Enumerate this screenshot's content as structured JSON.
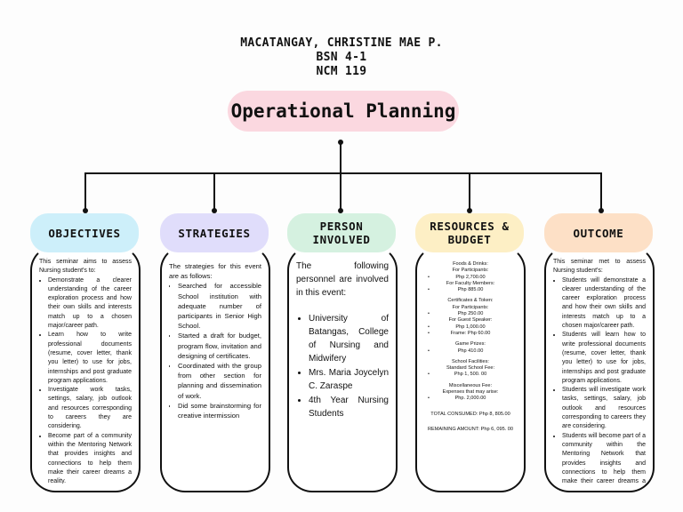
{
  "header": {
    "name": "MACATANGAY, CHRISTINE MAE P.",
    "section": "BSN 4-1",
    "course": "NCM 119"
  },
  "title": "Operational Planning",
  "colors": {
    "title_bg": "#fbd8e0",
    "objectives_bg": "#cdeffa",
    "strategies_bg": "#e0ddfb",
    "person_bg": "#d5f1e0",
    "resources_bg": "#fdefc5",
    "outcome_bg": "#fde0c6"
  },
  "columns": {
    "objectives": {
      "heading": "OBJECTIVES",
      "intro": "This seminar aims to assess Nursing student's to:",
      "items": [
        "Demonstrate a clearer understanding of the career exploration process and how their own skills and interests match up to a chosen major/career path.",
        "Learn how to write professional documents (resume, cover letter, thank you letter) to use for jobs, internships and post graduate program applications.",
        "Investigate work tasks, settings, salary, job outlook and resources corresponding to careers they are considering.",
        "Become part of a community within the Mentoring Network that provides insights and connections to help them make their career dreams a reality."
      ]
    },
    "strategies": {
      "heading": "STRATEGIES",
      "intro": "The strategies for this event are as follows:",
      "items": [
        "Searched for accessible School institution with adequate number of participants in Senior High School.",
        "Started a draft for budget, program flow, invitation and designing of certificates.",
        "Coordinated with the group from other section for planning and dissemination of work.",
        "Did some brainstorming for creative intermission"
      ]
    },
    "person": {
      "heading_line1": "PERSON",
      "heading_line2": "INVOLVED",
      "intro": "The following personnel are involved in this event:",
      "items": [
        "University of Batangas, College of Nursing and Midwifery",
        "Mrs. Maria Joycelyn C. Zaraspe",
        "4th Year Nursing Students"
      ]
    },
    "resources": {
      "heading_line1": "RESOURCES &",
      "heading_line2": "BUDGET",
      "food_title": "Foods & Drinks:",
      "for_participants": "For Participants:",
      "food_participants": "Php 2,700.00",
      "for_faculty": "For Faculty Members:",
      "food_faculty": "Php 885.00",
      "cert_title": "Certificates & Token:",
      "for_participants2": "For Participants:",
      "cert_participants": "Php 250.00",
      "for_guest": "For Guest Speaker:",
      "cert_guest": "Php 1,000.00",
      "frame": "Frame: Php 60.00",
      "prizes_title": "Game Prizes:",
      "prizes": "Php 410.00",
      "facilities_title": "School Facilities:",
      "fee_label": "Standard School Fee:",
      "fee": "Php 1, 500. 00",
      "misc_title": "Miscellaneous Fee:",
      "misc_label": "Expenses that may arise:",
      "misc": "Php. 2,000.00",
      "total": "TOTAL CONSUMED: Php 8, 805.00",
      "remaining": "REMAINING AMOUNT: Php 6, 095. 00"
    },
    "outcome": {
      "heading": "OUTCOME",
      "intro": "This seminar met to assess Nursing student's:",
      "items": [
        "Students will demonstrate a clearer understanding of the career exploration process and how their own skills and interests match up to a chosen major/career path.",
        "Students will learn how to write professional documents (resume, cover letter, thank you letter) to use for jobs, internships and post graduate program applications.",
        "Students will investigate work tasks, settings, salary, job outlook and resources corresponding to careers they are considering.",
        "Students will become part of a community within the Mentoring Network that provides insights and connections to help them make their career dreams a reality."
      ]
    }
  }
}
